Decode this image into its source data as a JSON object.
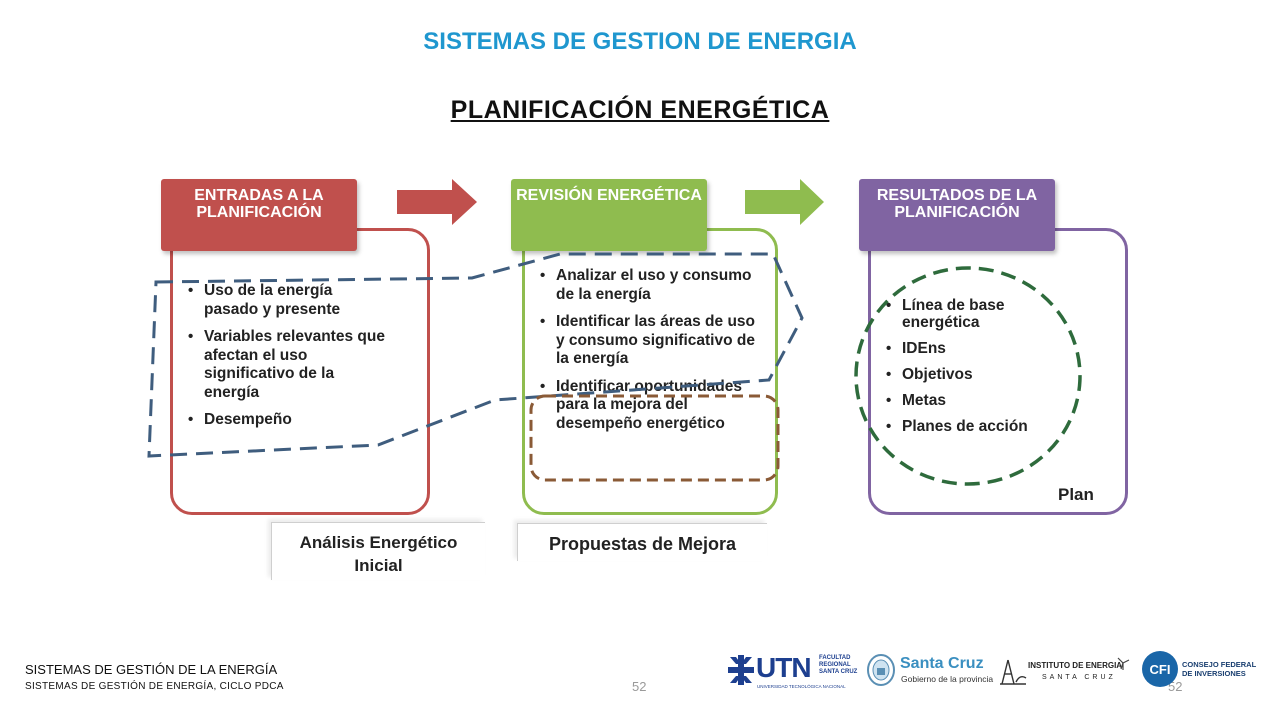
{
  "slide": {
    "title": "SISTEMAS DE GESTION DE ENERGIA",
    "subtitle": "PLANIFICACIÓN ENERGÉTICA"
  },
  "columns": [
    {
      "header": "ENTRADAS A LA PLANIFICACIÓN",
      "color": "#c0504d",
      "items": [
        "Uso de la energía pasado y presente",
        "Variables relevantes que afectan el uso significativo de la energía",
        "Desempeño"
      ]
    },
    {
      "header": "REVISIÓN ENERGÉTICA",
      "color": "#8fbc4f",
      "items": [
        "Analizar el uso y consumo de la energía",
        "Identificar las áreas de uso y consumo significativo de la energía",
        "Identificar oportunidades para la mejora del desempeño energético"
      ]
    },
    {
      "header": "RESULTADOS DE LA PLANIFICACIÓN",
      "color": "#8064a2",
      "items": [
        "Línea de base energética",
        "IDEns",
        "Objetivos",
        "Metas",
        "Planes de acción"
      ],
      "footer_label": "Plan"
    }
  ],
  "captions": {
    "analysis": "Análisis Energético Inicial",
    "proposals": "Propuestas de Mejora"
  },
  "footer": {
    "title": "SISTEMAS DE GESTIÓN DE LA ENERGÍA",
    "subtitle": "SISTEMAS DE GESTIÓN DE ENERGÍA, CICLO PDCA",
    "page_number": "52",
    "page_number_right": "52"
  },
  "logos": {
    "utn": {
      "name": "UTN",
      "lines": [
        "FACULTAD",
        "REGIONAL",
        "SANTA CRUZ"
      ],
      "tagline": "UNIVERSIDAD TECNOLÓGICA NACIONAL"
    },
    "santa_cruz": {
      "name": "Santa Cruz",
      "tagline": "Gobierno de la provincia"
    },
    "instituto": {
      "name": "INSTITUTO DE ENERGIA",
      "tagline": "SANTA CRUZ"
    },
    "cfi": {
      "name": "CFI",
      "lines": [
        "CONSEJO FEDERAL",
        "DE INVERSIONES"
      ]
    }
  },
  "colors": {
    "title": "#1f97cf",
    "dashed_blue": "#3f5d7e",
    "dashed_brown": "#8a5a36",
    "dashed_green": "#2e6b3c"
  }
}
